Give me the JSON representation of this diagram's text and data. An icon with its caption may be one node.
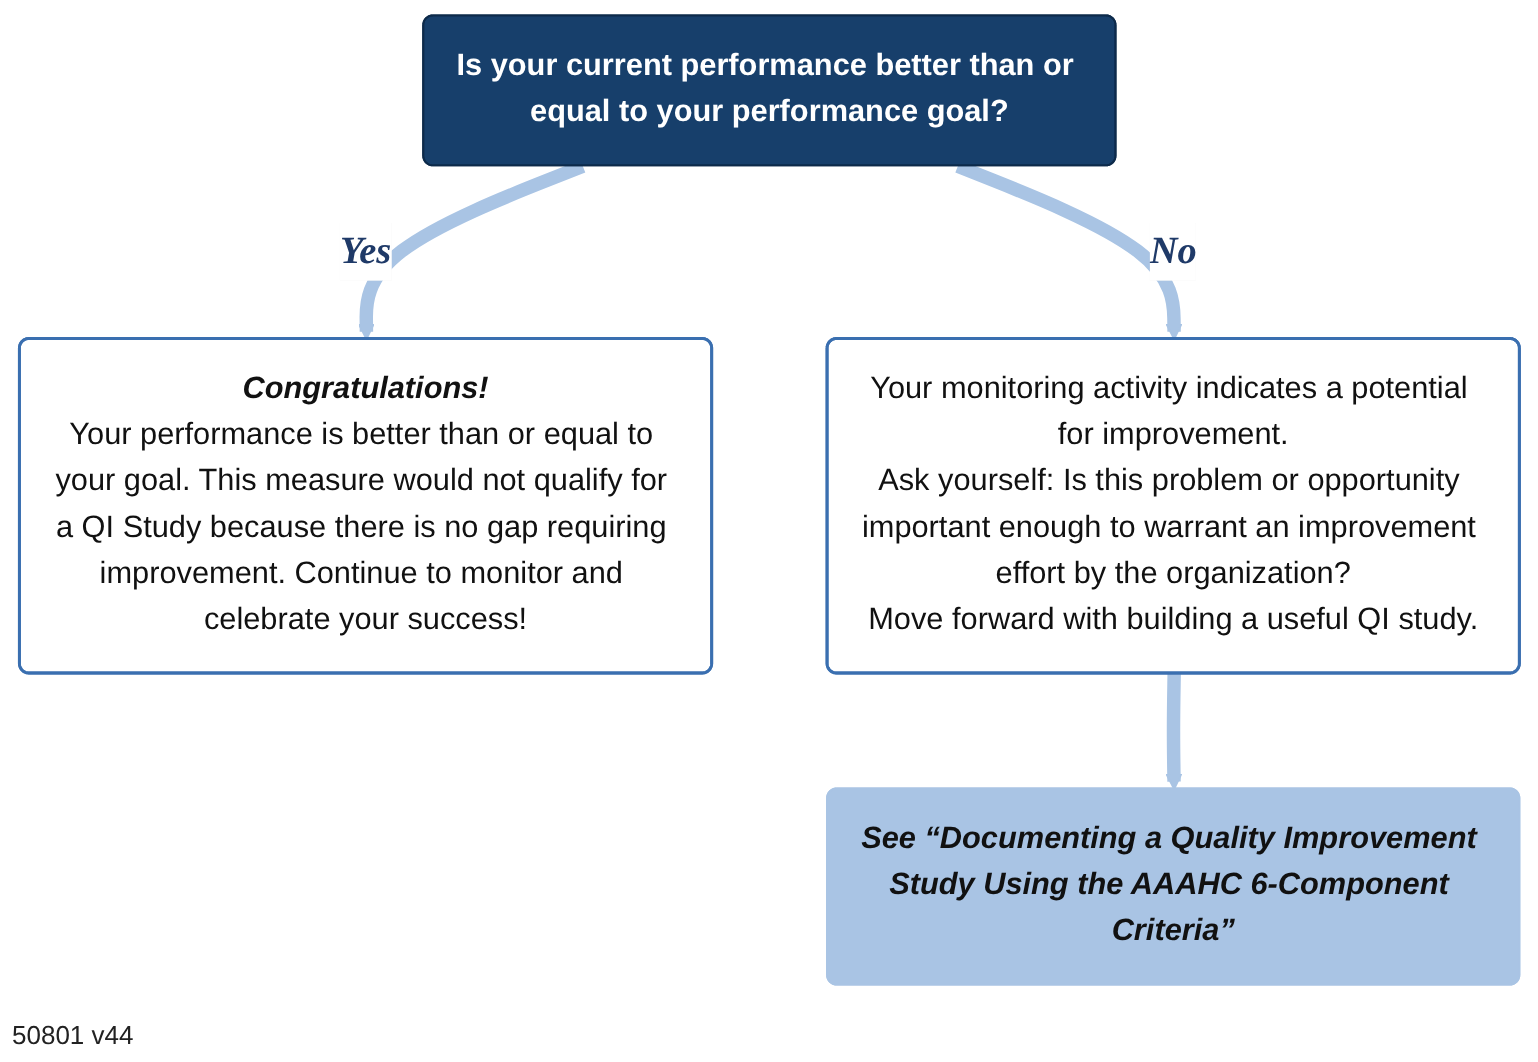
{
  "diagram": {
    "nodes": [
      {
        "text": [
          "Is your current performance better than or equal to your performance goal?"
        ]
      },
      {
        "text": [
          "Congratulations!",
          "Your performance is better than or equal to your goal. This measure would not qualify for a QI Study because there is no gap requiring improvement. Continue to monitor and celebrate your success!"
        ]
      },
      {
        "text": [
          "Your monitoring activity indicates a potential for improvement.",
          "Ask yourself: Is this problem or opportunity important enough to warrant an improvement effort by the organization?",
          "Move forward with building a useful QI study."
        ]
      },
      {
        "text": [
          "See “Documenting a Quality Improvement Study Using the AAAHC 6-Component Criteria”"
        ]
      }
    ],
    "edges": [
      {
        "from": 0,
        "to": 1,
        "arrow": "to",
        "label": "Yes"
      },
      {
        "from": 0,
        "to": 2,
        "arrow": "to",
        "label": "No"
      },
      {
        "from": 2,
        "to": 3,
        "arrow": "to"
      }
    ],
    "labels": [
      "50801 v44"
    ]
  }
}
